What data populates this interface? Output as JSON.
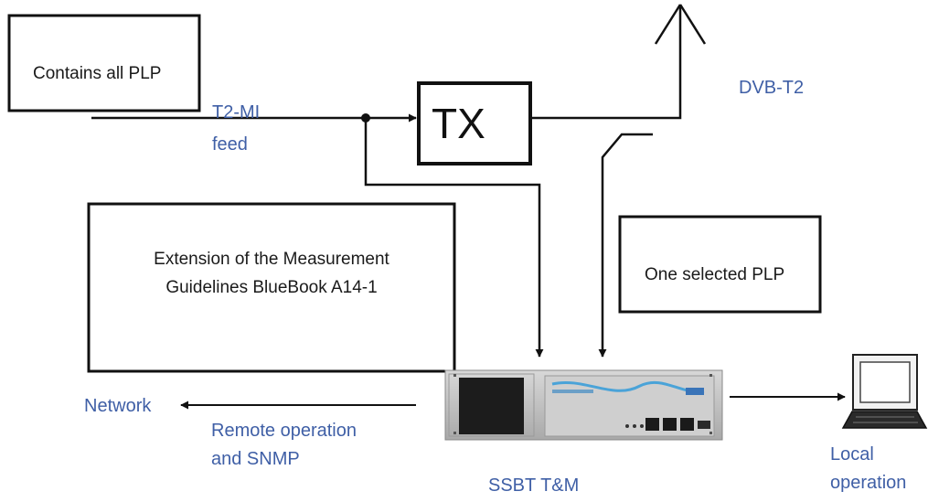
{
  "boxes": {
    "contains_all_plp": "Contains all PLP",
    "tx": "TX",
    "extension_line1": "Extension of the Measurement",
    "extension_line2": "Guidelines BlueBook A14-1",
    "one_selected_plp": "One selected PLP"
  },
  "labels": {
    "t2mi_line1": "T2-MI",
    "t2mi_line2": "feed",
    "dvbt2": "DVB-T2",
    "network": "Network",
    "remote_line1": "Remote operation",
    "remote_line2": "and SNMP",
    "ssbt": "SSBT T&M",
    "local_line1": "Local",
    "local_line2": "operation"
  },
  "colors": {
    "label_blue": "#3f5fa6",
    "line_black": "#111111",
    "device_gray": "#c9c9c9"
  }
}
